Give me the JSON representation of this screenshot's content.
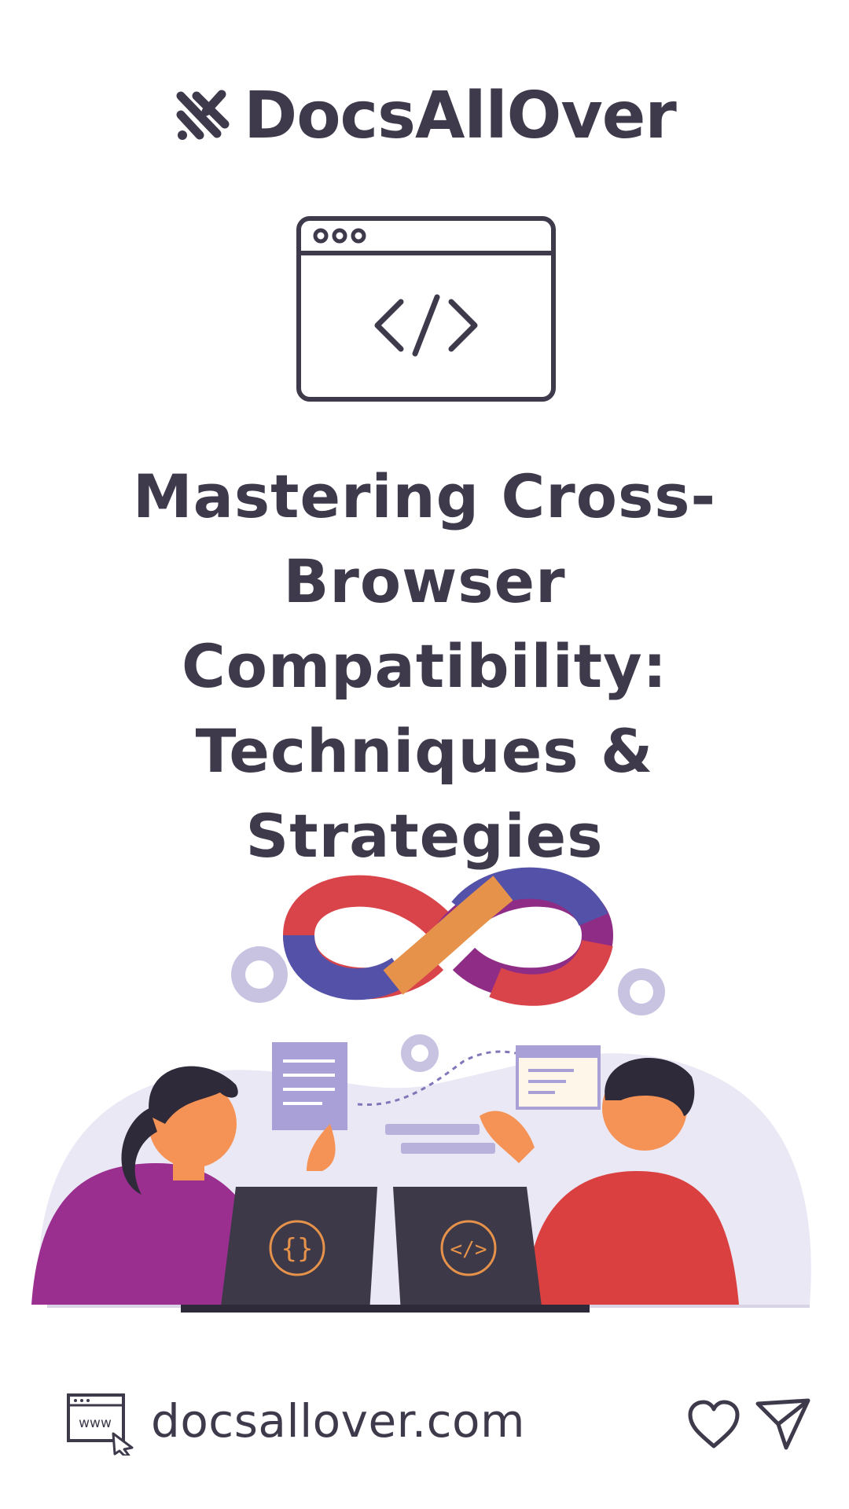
{
  "brand": {
    "name": "DocsAllOver",
    "logo_icon": "docsallover-logo-icon"
  },
  "hero_icon": "code-window-icon",
  "headline": {
    "lines": [
      "Mastering Cross-",
      "Browser Compatibility:",
      "Techniques &",
      "Strategies"
    ]
  },
  "illustration": {
    "description_icons": [
      "infinity-loop-icon",
      "gear-icon",
      "curly-braces-icon",
      "code-tag-icon",
      "document-icon",
      "browser-window-icon"
    ],
    "laptop_left_symbol": "{}",
    "laptop_right_symbol": "</>"
  },
  "footer": {
    "url": "docsallover.com",
    "www_label": "www",
    "like_icon": "heart-icon",
    "share_icon": "send-icon"
  },
  "colors": {
    "text": "#3f3a4b",
    "purple": "#8e2c86",
    "red": "#d9444a",
    "orange": "#e6924a",
    "blue": "#5451a8",
    "skin": "#f59356",
    "lavender": "#e9e6f5"
  }
}
